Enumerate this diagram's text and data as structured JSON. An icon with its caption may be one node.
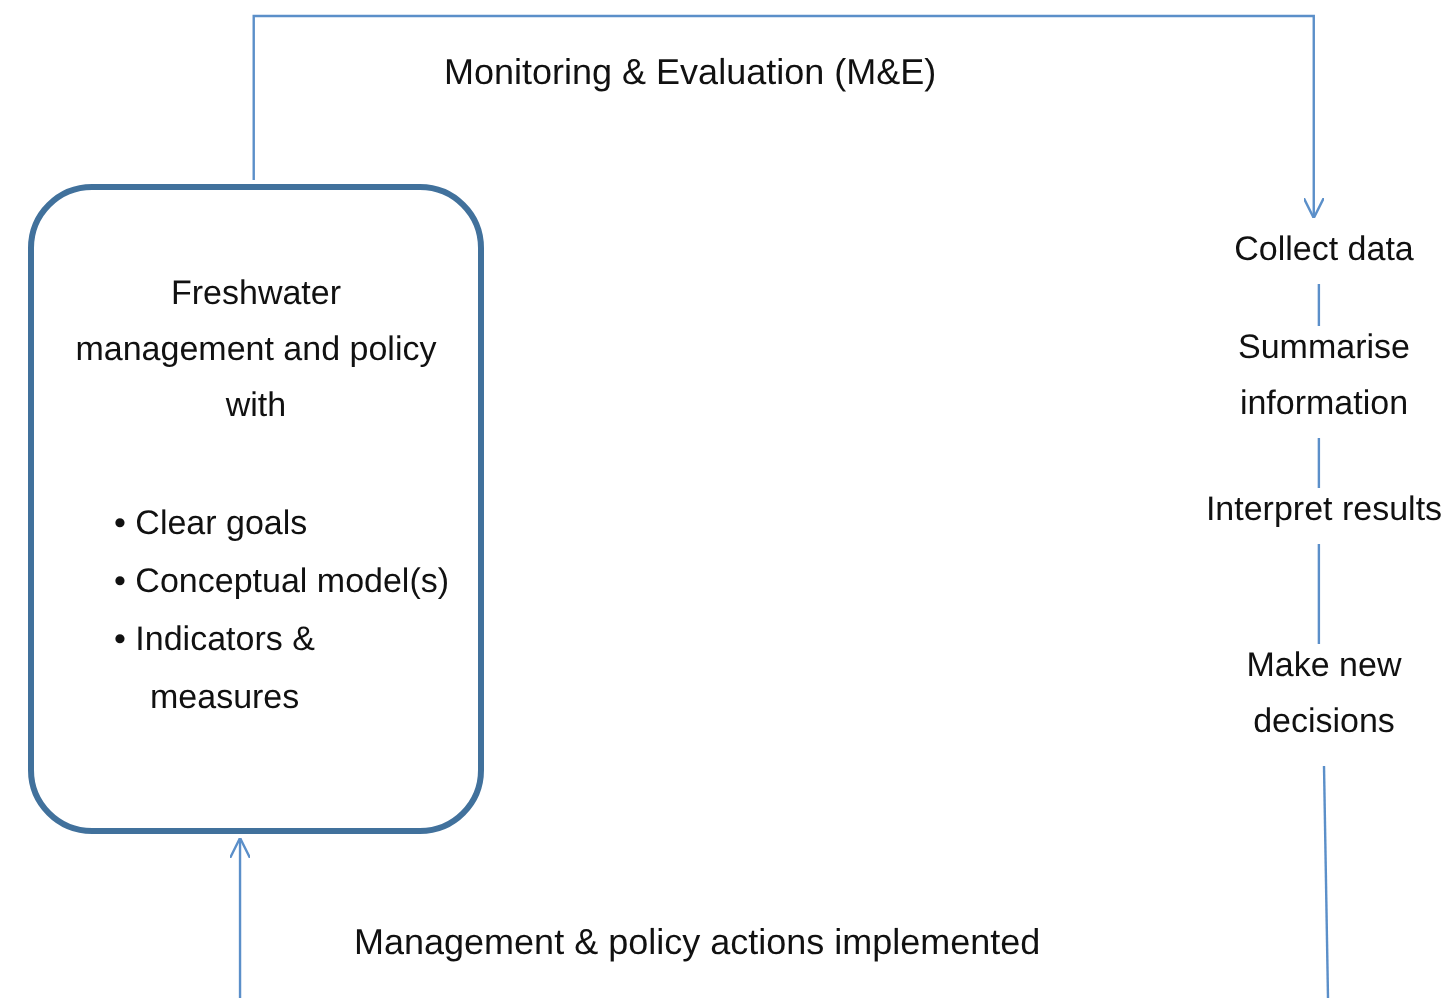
{
  "diagram": {
    "nodes": [
      {
        "text": [
          "Freshwater management and policy with",
          "• Clear goals",
          "• Conceptual model(s)",
          "• Indicators & measures"
        ]
      },
      {
        "text": [
          "Collect data"
        ]
      },
      {
        "text": [
          "Summarise information"
        ]
      },
      {
        "text": [
          "Interpret results"
        ]
      },
      {
        "text": [
          "Make new decisions"
        ]
      }
    ],
    "edges": [
      {
        "from": 0,
        "to": 1,
        "arrow": "to",
        "label": "Monitoring & Evaluation (M&E)"
      },
      {
        "from": 1,
        "to": 2,
        "arrow": "none"
      },
      {
        "from": 2,
        "to": 3,
        "arrow": "none"
      },
      {
        "from": 3,
        "to": 4,
        "arrow": "none"
      },
      {
        "from": 4,
        "to": null,
        "arrow": "none"
      },
      {
        "from": null,
        "to": 0,
        "arrow": "to"
      }
    ],
    "labels": [
      "Management & policy actions implemented"
    ]
  }
}
